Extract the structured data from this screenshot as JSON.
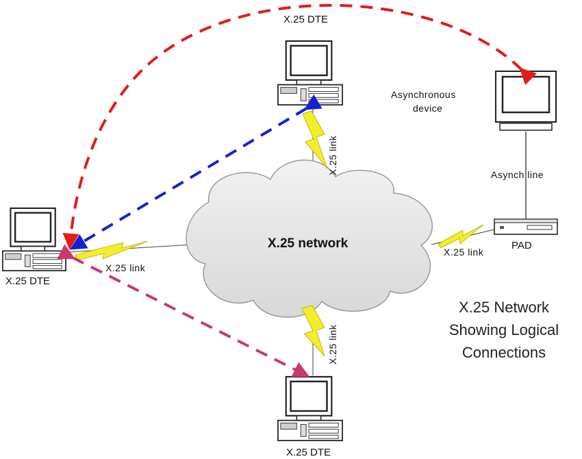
{
  "diagram": {
    "title_lines": [
      "X.25 Network",
      "Showing Logical",
      "Connections"
    ],
    "network_label": "X.25 network",
    "nodes": {
      "dte_left": "X.25 DTE",
      "dte_top": "X.25 DTE",
      "dte_bottom": "X.25 DTE",
      "async_device": [
        "Asynchronous",
        "device"
      ],
      "pad": "PAD"
    },
    "links": {
      "left": "X.25 link",
      "top": "X.25 link",
      "bottom": "X.25 link",
      "pad": "X.25 link",
      "asynch_line": "Asynch line"
    },
    "colors": {
      "connection_top_dte": "#e31b1b",
      "connection_left_top": "#1420d4",
      "connection_bottom_dte": "#c8396b",
      "lightning": "#f2ee2a",
      "cloud_fill": "#e6e6e6",
      "cloud_stroke": "#9a9a9a"
    }
  }
}
